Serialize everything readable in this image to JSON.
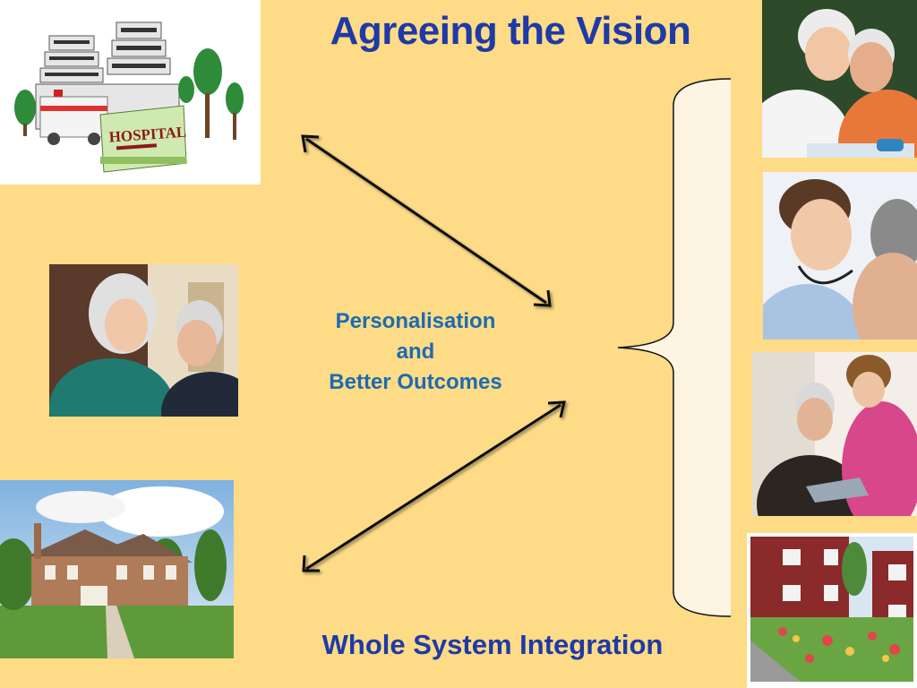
{
  "slide": {
    "title": "Agreeing the Vision",
    "center_lines": [
      "Personalisation",
      "and",
      "Better Outcomes"
    ],
    "bottom_label": "Whole System Integration",
    "hospital_sign": "HOSPITAL"
  },
  "colors": {
    "background": "#FDDB87",
    "title": "#1F3AA6",
    "center_text": "#1E6BB0",
    "arrow": "#111111",
    "brace_fill": "#FDF5E2"
  }
}
